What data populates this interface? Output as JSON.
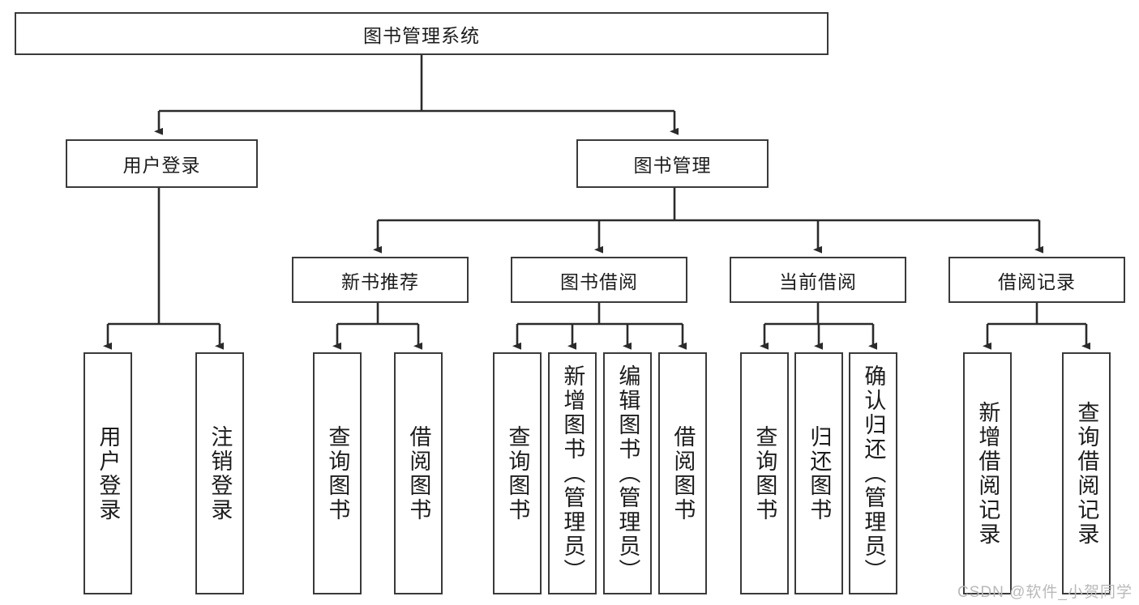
{
  "diagram": {
    "title": "图书管理系统",
    "type": "hierarchy-tree",
    "colors": {
      "box_stroke": "#3a3a3a",
      "box_fill": "#ffffff",
      "edge": "#2b2b2b",
      "text": "#1c1c1c",
      "watermark": "#b9b9b9",
      "background": "#ffffff"
    },
    "root": {
      "label": "图书管理系统"
    },
    "level2": [
      {
        "label": "用户登录"
      },
      {
        "label": "图书管理"
      }
    ],
    "level3": [
      {
        "label": "新书推荐"
      },
      {
        "label": "图书借阅"
      },
      {
        "label": "当前借阅"
      },
      {
        "label": "借阅记录"
      }
    ],
    "leaves": {
      "user_login": [
        {
          "label": "用户登录"
        },
        {
          "label": "注销登录"
        }
      ],
      "new_book_recommend": [
        {
          "label": "查询图书"
        },
        {
          "label": "借阅图书"
        }
      ],
      "book_borrow": [
        {
          "label": "查询图书"
        },
        {
          "label": "新增图书（管理员）"
        },
        {
          "label": "编辑图书（管理员）"
        },
        {
          "label": "借阅图书"
        }
      ],
      "current_borrow": [
        {
          "label": "查询图书"
        },
        {
          "label": "归还图书"
        },
        {
          "label": "确认归还（管理员）"
        }
      ],
      "borrow_record": [
        {
          "label": "新增借阅记录"
        },
        {
          "label": "查询借阅记录"
        }
      ]
    },
    "watermark": "CSDN @软件_小贺同学"
  }
}
